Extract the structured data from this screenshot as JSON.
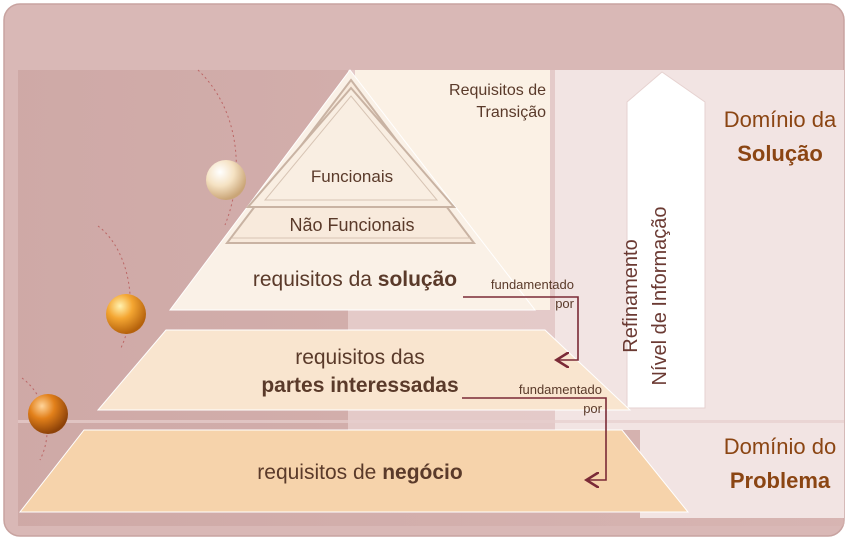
{
  "pyramid": {
    "top_label": "Requisitos de Transição",
    "functional": "Funcionais",
    "nonfunctional": "Não Funcionais",
    "solution": {
      "text": "requisitos da ",
      "bold": "solução"
    },
    "stakeholders": {
      "line1": "requisitos das",
      "bold": "partes interessadas"
    },
    "business": {
      "text": "requisitos de ",
      "bold": "negócio"
    }
  },
  "arrows": {
    "based_on_1": {
      "line1": "fundamentado",
      "line2": "por"
    },
    "based_on_2": {
      "line1": "fundamentado",
      "line2": "por"
    },
    "refinement": {
      "line1": "Refinamento",
      "line2": "Nível de Informação"
    }
  },
  "domains": {
    "solution": {
      "line1": "Domínio da",
      "bold": "Solução"
    },
    "problem": {
      "line1": "Domínio do",
      "bold": "Problema"
    }
  },
  "colors": {
    "frame": "#d9b8b6",
    "band_dark": "#c79f9c",
    "band_light": "#f2e4e3",
    "tier_top": "#faf1e7",
    "tier_mid": "#f9e5cf",
    "tier_bottom": "#f6d3ab",
    "text": "#5a3a2a",
    "domain_text": "#8b4513",
    "arrow": "#7b2a36"
  }
}
